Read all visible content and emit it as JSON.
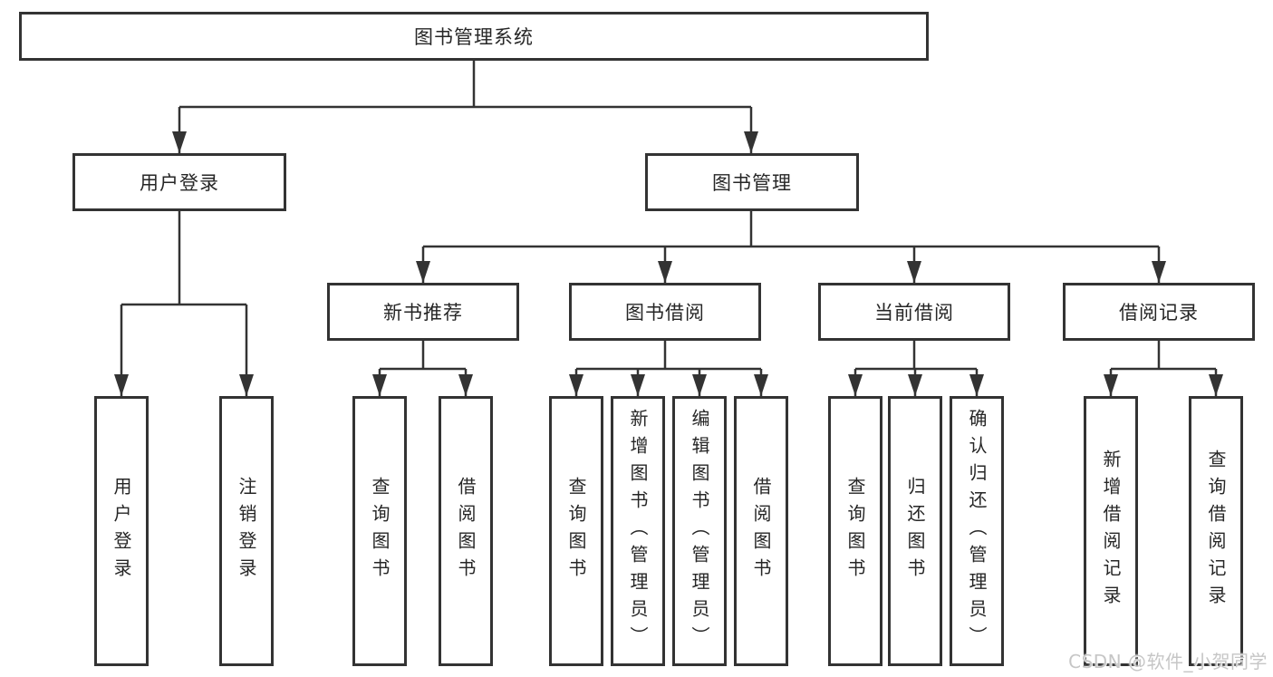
{
  "colors": {
    "background": "#ffffff",
    "line": "#333333",
    "box_border": "#333333",
    "text": "#262626",
    "watermark_text": "#c6c6c6"
  },
  "tree": {
    "label": "图书管理系统",
    "children": [
      {
        "label": "用户登录",
        "children": [
          {
            "label": "用户登录"
          },
          {
            "label": "注销登录"
          }
        ]
      },
      {
        "label": "图书管理",
        "children": [
          {
            "label": "新书推荐",
            "children": [
              {
                "label": "查询图书"
              },
              {
                "label": "借阅图书"
              }
            ]
          },
          {
            "label": "图书借阅",
            "children": [
              {
                "label": "查询图书"
              },
              {
                "label": "新增图书（管理员）"
              },
              {
                "label": "编辑图书（管理员）"
              },
              {
                "label": "借阅图书"
              }
            ]
          },
          {
            "label": "当前借阅",
            "children": [
              {
                "label": "查询图书"
              },
              {
                "label": "归还图书"
              },
              {
                "label": "确认归还（管理员）"
              }
            ]
          },
          {
            "label": "借阅记录",
            "children": [
              {
                "label": "新增借阅记录"
              },
              {
                "label": "查询借阅记录"
              }
            ]
          }
        ]
      }
    ]
  },
  "watermark": {
    "text": "CSDN @软件_小贺同学"
  }
}
